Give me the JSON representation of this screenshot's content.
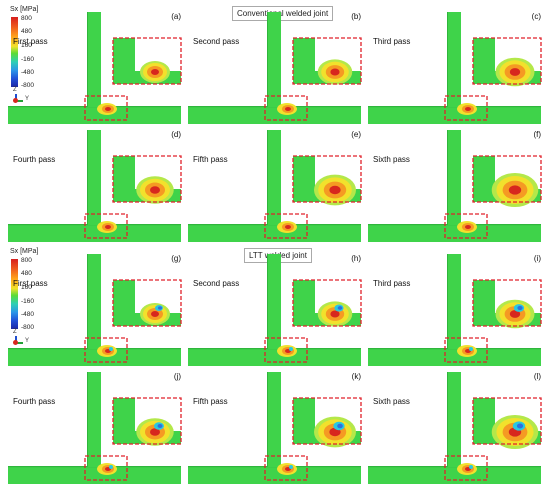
{
  "sections": [
    {
      "title": "Conventional welded joint",
      "legend": {
        "title": "Sx [MPa]",
        "ticks": [
          "800",
          "480",
          "160",
          "-160",
          "-480",
          "-800"
        ]
      },
      "axis": {
        "z": "Z",
        "y": "Y"
      },
      "panels": [
        {
          "label": "(a)",
          "pass": "First pass",
          "blue_zones": false
        },
        {
          "label": "(b)",
          "pass": "Second pass",
          "blue_zones": false
        },
        {
          "label": "(c)",
          "pass": "Third pass",
          "blue_zones": false
        },
        {
          "label": "(d)",
          "pass": "Fourth pass",
          "blue_zones": false
        },
        {
          "label": "(e)",
          "pass": "Fifth pass",
          "blue_zones": false
        },
        {
          "label": "(f)",
          "pass": "Sixth pass",
          "blue_zones": false
        }
      ]
    },
    {
      "title": "LTT welded joint",
      "legend": {
        "title": "Sx [MPa]",
        "ticks": [
          "800",
          "480",
          "160",
          "-160",
          "-480",
          "-800"
        ]
      },
      "axis": {
        "z": "Z",
        "y": "Y"
      },
      "panels": [
        {
          "label": "(g)",
          "pass": "First pass",
          "blue_zones": true
        },
        {
          "label": "(h)",
          "pass": "Second pass",
          "blue_zones": true
        },
        {
          "label": "(i)",
          "pass": "Third pass",
          "blue_zones": true
        },
        {
          "label": "(j)",
          "pass": "Fourth pass",
          "blue_zones": true
        },
        {
          "label": "(k)",
          "pass": "Fifth pass",
          "blue_zones": true
        },
        {
          "label": "(l)",
          "pass": "Sixth pass",
          "blue_zones": true
        }
      ]
    }
  ],
  "colors": {
    "plate_green": "#3fd34a",
    "plate_dark": "#2fb63c",
    "yellow": "#f2e12c",
    "orange": "#f59a23",
    "red": "#d7271e",
    "cyan": "#29c8e0",
    "blue": "#2d6fe0",
    "dashed_box": "#e0202a"
  }
}
